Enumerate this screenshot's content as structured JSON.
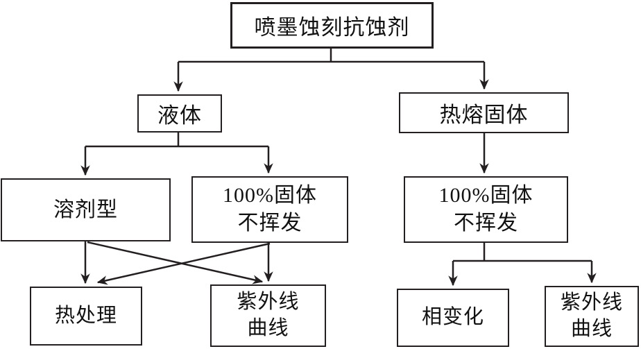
{
  "colors": {
    "line": "#231f20",
    "text": "#111111",
    "background": "#ffffff"
  },
  "nodes": {
    "root": {
      "label": "喷墨蚀刻抗蚀剂"
    },
    "liquid": {
      "label": "液体"
    },
    "hotmelt": {
      "label": "热熔固体"
    },
    "solvent": {
      "label": "溶剂型"
    },
    "solid_left": {
      "line1": "100%固体",
      "line2": "不挥发"
    },
    "solid_right": {
      "line1": "100%固体",
      "line2": "不挥发"
    },
    "heat": {
      "label": "热处理"
    },
    "uv_left": {
      "line1": "紫外线",
      "line2": "曲线"
    },
    "phase": {
      "label": "相变化"
    },
    "uv_right": {
      "line1": "紫外线",
      "line2": "曲线"
    }
  },
  "edges": [
    {
      "from": "root",
      "to": "liquid"
    },
    {
      "from": "root",
      "to": "hotmelt"
    },
    {
      "from": "liquid",
      "to": "solvent"
    },
    {
      "from": "liquid",
      "to": "solid_left"
    },
    {
      "from": "hotmelt",
      "to": "solid_right"
    },
    {
      "from": "solvent",
      "to": "heat"
    },
    {
      "from": "solvent",
      "to": "uv_left"
    },
    {
      "from": "solid_left",
      "to": "heat"
    },
    {
      "from": "solid_left",
      "to": "uv_left"
    },
    {
      "from": "solid_right",
      "to": "phase"
    },
    {
      "from": "solid_right",
      "to": "uv_right"
    }
  ]
}
